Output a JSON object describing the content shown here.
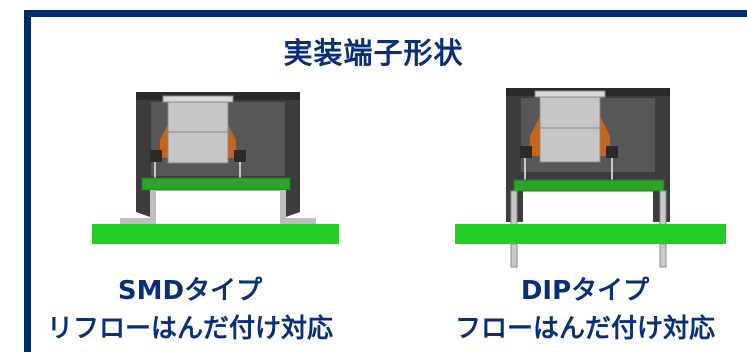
{
  "title": "実装端子形状",
  "types": [
    {
      "name": "SMDタイプ",
      "description": "リフローはんだ付け対応"
    },
    {
      "name": "DIPタイプ",
      "description": "フローはんだ付け対応"
    }
  ],
  "colors": {
    "frame": "#002c6e",
    "text": "#0a2f7a",
    "board": "#25cc25",
    "inner_board": "#2da32d",
    "case": "#3c3c3c",
    "coil": "#bfbfbf",
    "copper": "#c8641a"
  }
}
